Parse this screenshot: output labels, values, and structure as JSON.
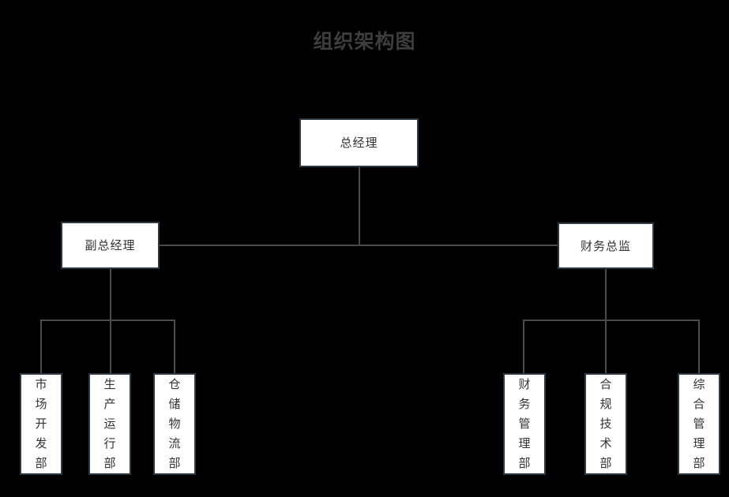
{
  "page": {
    "title": "组织架构图",
    "background_color": "#000000",
    "title_color": "#3d3d3d",
    "node_fill": "#ffffff",
    "node_border_color": "#2d3943",
    "node_text_color": "#333333",
    "connector_color": "#4b4b4b"
  },
  "org_chart": {
    "type": "tree",
    "levels": 3,
    "root": {
      "id": "general-manager",
      "label": "总经理"
    },
    "second_level": [
      {
        "id": "deputy-general-manager",
        "label": "副总经理"
      },
      {
        "id": "finance-director",
        "label": "财务总监"
      }
    ],
    "third_level_left": [
      {
        "id": "market-development-dept",
        "label": "市场开发部",
        "parent": "deputy-general-manager"
      },
      {
        "id": "production-operations-dept",
        "label": "生产运行部",
        "parent": "deputy-general-manager"
      },
      {
        "id": "warehouse-logistics-dept",
        "label": "仓储物流部",
        "parent": "deputy-general-manager"
      }
    ],
    "third_level_right": [
      {
        "id": "financial-management-dept",
        "label": "财务管理部",
        "parent": "finance-director"
      },
      {
        "id": "compliance-technology-dept",
        "label": "合规技术部",
        "parent": "finance-director"
      },
      {
        "id": "general-affairs-dept",
        "label": "综合管理部",
        "parent": "finance-director"
      }
    ]
  }
}
